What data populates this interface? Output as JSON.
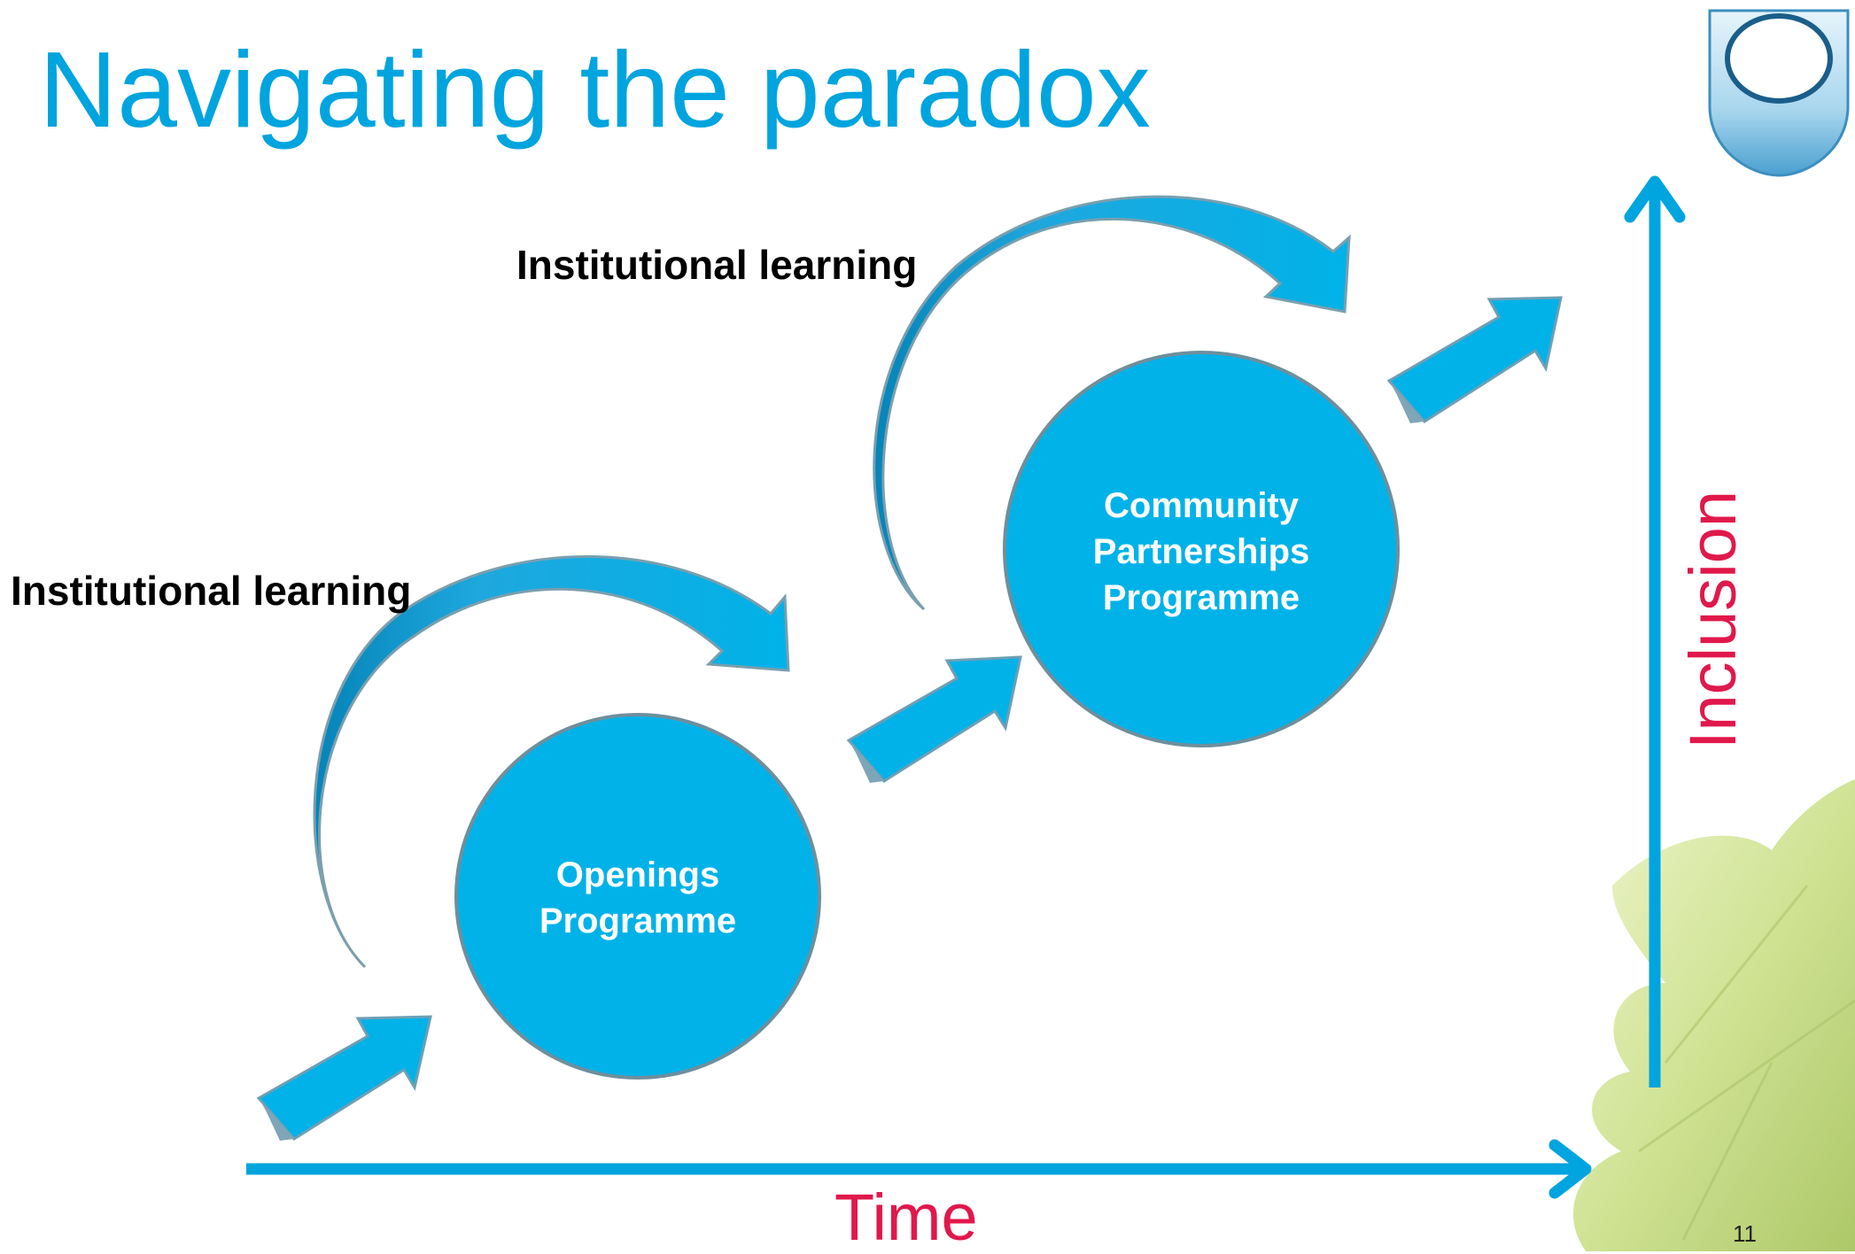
{
  "slide": {
    "title": "Navigating the paradox",
    "labels": {
      "institutional_learning_top": "Institutional learning",
      "institutional_learning_left": "Institutional learning"
    },
    "circles": {
      "openings": [
        "Openings",
        "Programme"
      ],
      "community": [
        "Community",
        "Partnerships",
        "Programme"
      ]
    },
    "axes": {
      "x_label": "Time",
      "y_label": "Inclusion"
    },
    "page_number": "11",
    "colors": {
      "accent": "#00a4de",
      "circle_fill": "#00b2e8",
      "axis_label": "#e1184b",
      "curved_arrow_dark": "#0288bf"
    },
    "icons": [
      "ou-shield-logo-icon",
      "leaf-decoration-icon"
    ]
  }
}
